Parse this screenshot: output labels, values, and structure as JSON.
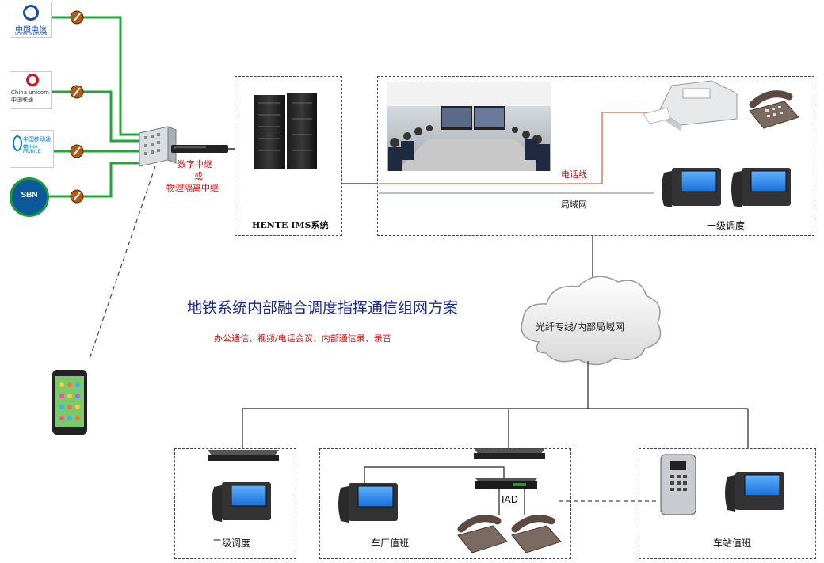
{
  "diagram": {
    "title": "地铁系统内部融合调度指挥通信组网方案",
    "subtitle": "办公通信、视频/电话会议、内部通信录、录音",
    "carriers": [
      {
        "name": "中国电信",
        "sub": "CHINA TELECOM"
      },
      {
        "name": "China unicom中国联通",
        "sub": ""
      },
      {
        "name": "中国移动通信",
        "sub": "CHINA MOBILE"
      },
      {
        "name": "SBN",
        "sub": ""
      }
    ],
    "trunk_label": "数字中继",
    "trunk_or": "或",
    "trunk_label2": "物理隔离中继",
    "ims_label": "HENTE IMS系统",
    "phone_line_label": "电话线",
    "lan_label": "局域网",
    "level1_label": "一级调度",
    "cloud_label": "光纤专线/内部局域网",
    "level2_label": "二级调度",
    "depot_label": "车厂值班",
    "iad_label": "IAD",
    "station_label": "车站值班",
    "colors": {
      "link_green": "#22a63a",
      "title_blue": "#1a2a8a",
      "accent_red": "#cc1111",
      "phone_line": "#c0704a",
      "lan_line": "#8aa0a8"
    }
  }
}
